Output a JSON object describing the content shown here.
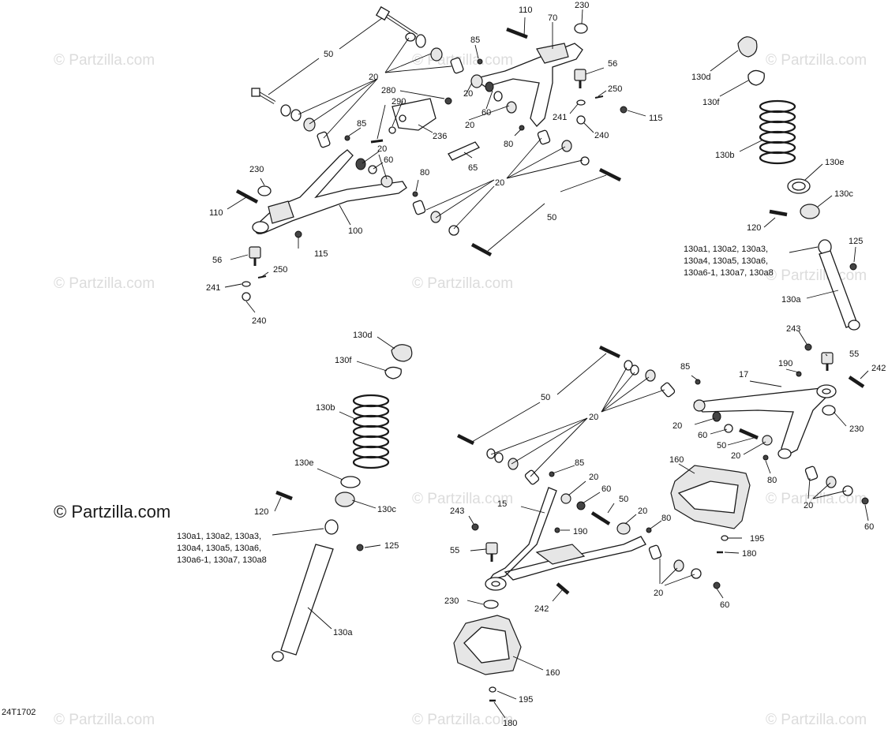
{
  "diagram_id": "24T1702",
  "watermark_main": "© Partzilla.com",
  "watermark_faint": "© Partzilla.com",
  "callouts": {
    "c50a": "50",
    "c110a": "110",
    "c70": "70",
    "c230a": "230",
    "c85a": "85",
    "c20a": "20",
    "c280": "280",
    "c290": "290",
    "c85b": "85",
    "c236": "236",
    "c20b": "20",
    "c60a": "60",
    "c20c": "20",
    "c56a": "56",
    "c250a": "250",
    "c241a": "241",
    "c115a": "115",
    "c240a": "240",
    "c80a": "80",
    "c65": "65",
    "c20d": "20",
    "c60b": "60",
    "c230b": "230",
    "c110b": "110",
    "c80b": "80",
    "c20e": "20",
    "c100": "100",
    "c115b": "115",
    "c50b": "50",
    "c56b": "56",
    "c250b": "250",
    "c241b": "241",
    "c240b": "240",
    "c130d_r": "130d",
    "c130f_r": "130f",
    "c130b_r": "130b",
    "c130e_r": "130e",
    "c130c_r": "130c",
    "c120_r": "120",
    "c125_r": "125",
    "c130list_r1": "130a1, 130a2, 130a3,",
    "c130list_r2": "130a4, 130a5, 130a6,",
    "c130list_r3": "130a6-1, 130a7, 130a8",
    "c130a_r": "130a",
    "c130d_l": "130d",
    "c130f_l": "130f",
    "c130b_l": "130b",
    "c130e_l": "130e",
    "c130c_l": "130c",
    "c120_l": "120",
    "c125_l": "125",
    "c130list_l1": "130a1, 130a2, 130a3,",
    "c130list_l2": "130a4, 130a5, 130a6,",
    "c130list_l3": "130a6-1, 130a7, 130a8",
    "c130a_l": "130a",
    "c50c": "50",
    "c20f": "20",
    "c85c": "85",
    "c17": "17",
    "c190a": "190",
    "c242a": "242",
    "c243a": "243",
    "c55a": "55",
    "c20g": "20",
    "c60c": "60",
    "c50d": "50",
    "c20h": "20",
    "c230c": "230",
    "c160a": "160",
    "c80c": "80",
    "c20i": "20",
    "c60d": "60",
    "c85d": "85",
    "c20j": "20",
    "c60e": "60",
    "c50e": "50",
    "c15": "15",
    "c243b": "243",
    "c190b": "190",
    "c55b": "55",
    "c20k": "20",
    "c80d": "80",
    "c195a": "195",
    "c180a": "180",
    "c20l": "20",
    "c60f": "60",
    "c230d": "230",
    "c242b": "242",
    "c160b": "160",
    "c195b": "195",
    "c180b": "180"
  }
}
